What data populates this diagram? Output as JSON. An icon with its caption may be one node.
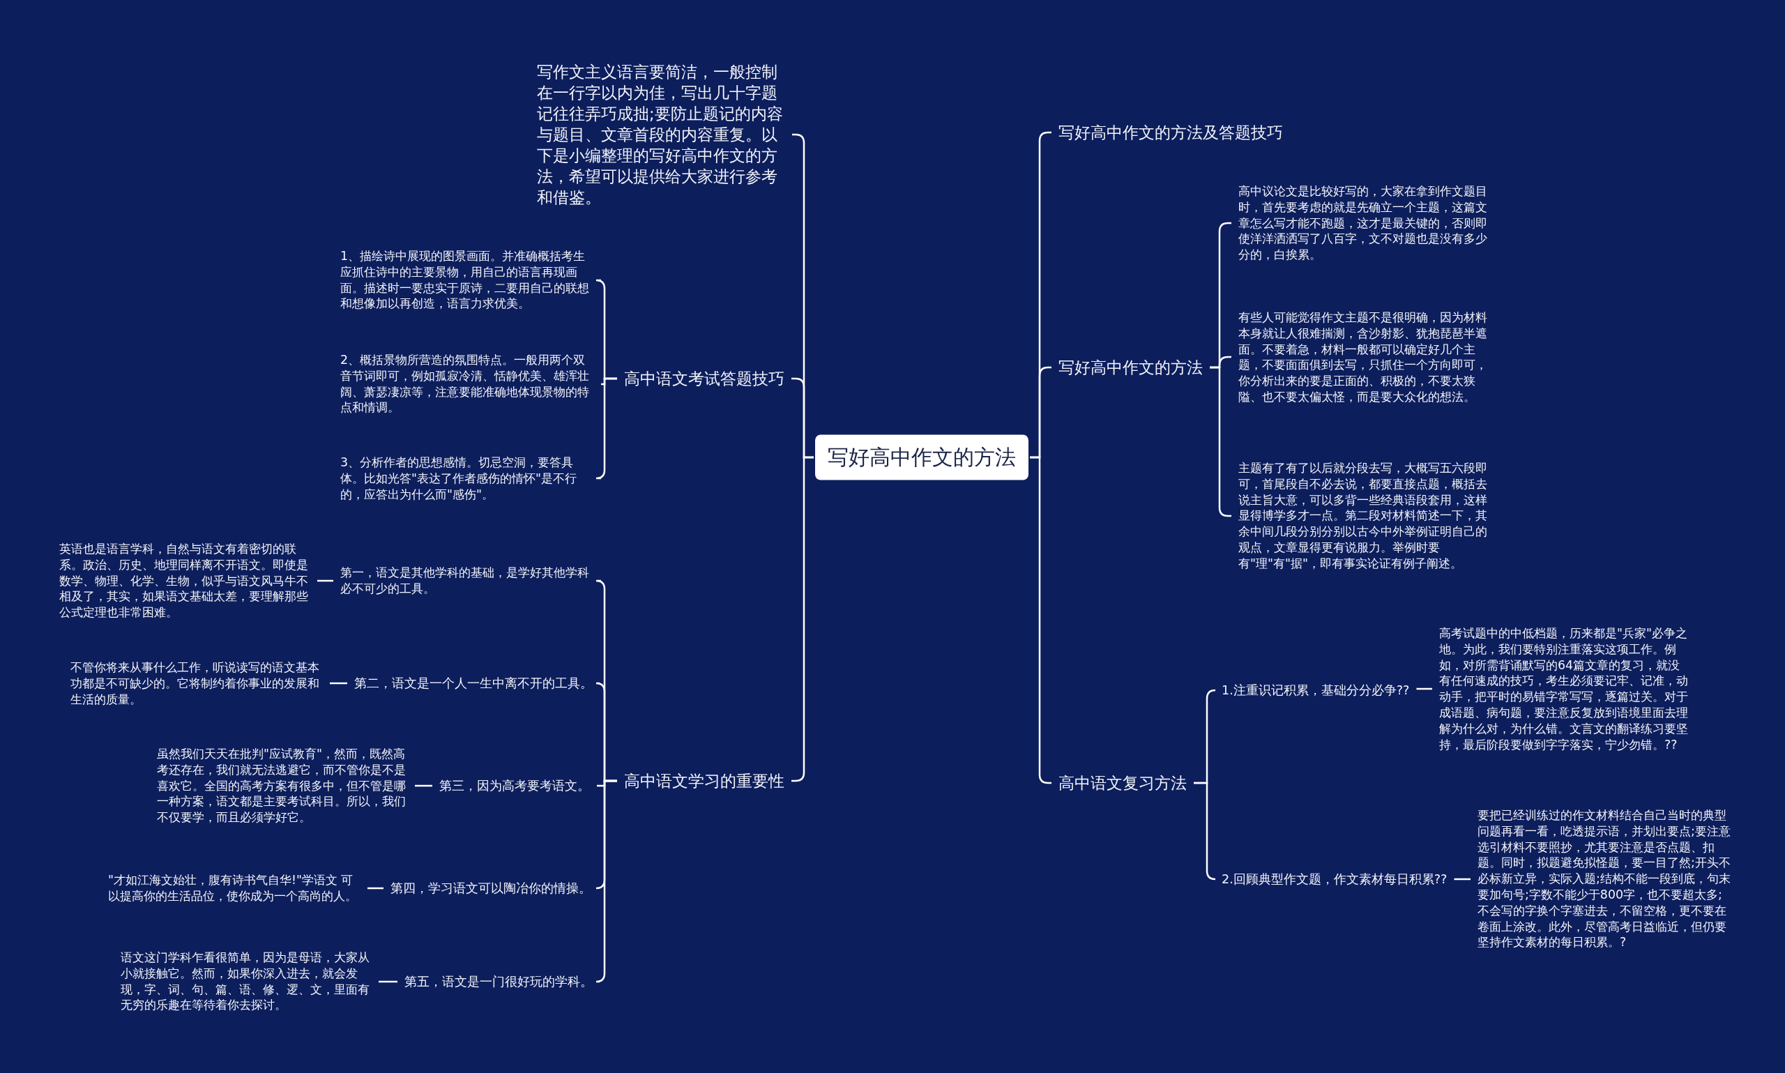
{
  "diagram": {
    "nodes": [
      {
        "text": [
          "写好高中作文的方法"
        ]
      },
      {
        "text": [
          "写作文主义语言要简洁，一般控制在一行字以内为佳，写出几十字题记往往弄巧成拙;要防止题记的内容与题目、文章首段的内容重复。以下是小编整理的写好高中作文的方法，希望可以提供给大家进行参考和借鉴。"
        ]
      },
      {
        "text": [
          "高中语文考试答题技巧"
        ]
      },
      {
        "text": [
          "1、描绘诗中展现的图景画面。并准确概括考生应抓住诗中的主要景物，用自己的语言再现画面。描述时一要忠实于原诗，二要用自己的联想和想像加以再创造，语言力求优美。"
        ]
      },
      {
        "text": [
          "2、概括景物所营造的氛围特点。一般用两个双音节词即可，例如孤寂冷清、恬静优美、雄浑壮阔、萧瑟凄凉等，注意要能准确地体现景物的特点和情调。"
        ]
      },
      {
        "text": [
          "3、分析作者的思想感情。切忌空洞，要答具体。比如光答\"表达了作者感伤的情怀\"是不行的，应答出为什么而\"感伤\"。"
        ]
      },
      {
        "text": [
          "高中语文学习的重要性"
        ]
      },
      {
        "text": [
          "第一，语文是其他学科的基础，是学好其他学科必不可少的工具。"
        ]
      },
      {
        "text": [
          "英语也是语言学科，自然与语文有着密切的联系。政治、历史、地理同样离不开语文。即使是数学、物理、化学、生物，似乎与语文风马牛不相及了，其实，如果语文基础太差，要理解那些公式定理也非常困难。"
        ]
      },
      {
        "text": [
          "第二，语文是一个人一生中离不开的工具。"
        ]
      },
      {
        "text": [
          "不管你将来从事什么工作，听说读写的语文基本功都是不可缺少的。它将制约着你事业的发展和生活的质量。"
        ]
      },
      {
        "text": [
          "第三，因为高考要考语文。"
        ]
      },
      {
        "text": [
          "虽然我们天天在批判\"应试教育\"，然而，既然高考还存在，我们就无法逃避它，而不管你是不是喜欢它。全国的高考方案有很多中，但不管是哪一种方案，语文都是主要考试科目。所以，我们不仅要学，而且必须学好它。"
        ]
      },
      {
        "text": [
          "第四，学习语文可以陶冶你的情操。"
        ]
      },
      {
        "text": [
          "\"才如江海文始壮，腹有诗书气自华!\"学语文 可以提高你的生活品位，使你成为一个高尚的人。"
        ]
      },
      {
        "text": [
          "第五，语文是一门很好玩的学科。"
        ]
      },
      {
        "text": [
          "语文这门学科乍看很简单，因为是母语，大家从小就接触它。然而，如果你深入进去，就会发现，字、词、句、篇、语、修、逻、文，里面有无穷的乐趣在等待着你去探讨。"
        ]
      },
      {
        "text": [
          "写好高中作文的方法及答题技巧"
        ]
      },
      {
        "text": [
          "写好高中作文的方法"
        ]
      },
      {
        "text": [
          "高中议论文是比较好写的，大家在拿到作文题目时，首先要考虑的就是先确立一个主题，这篇文章怎么写才能不跑题，这才是最关键的，否则即使洋洋洒洒写了八百字，文不对题也是没有多少分的，白挨累。"
        ]
      },
      {
        "text": [
          "有些人可能觉得作文主题不是很明确，因为材料本身就让人很难揣测，含沙射影、犹抱琵琶半遮面。不要着急，材料一般都可以确定好几个主题，不要面面俱到去写，只抓住一个方向即可，你分析出来的要是正面的、积极的，不要太狭隘、也不要太偏太怪，而是要大众化的想法。"
        ]
      },
      {
        "text": [
          "主题有了有了以后就分段去写，大概写五六段即可，首尾段自不必去说，都要直接点题，概括去说主旨大意，可以多背一些经典语段套用，这样显得博学多才一点。第二段对材料简述一下，其余中间几段分别分别以古今中外举例证明自己的观点，文章显得更有说服力。举例时要有\"理\"有\"据\"，即有事实论证有例子阐述。"
        ]
      },
      {
        "text": [
          "高中语文复习方法"
        ]
      },
      {
        "text": [
          "1.注重识记积累，基础分分必争??"
        ]
      },
      {
        "text": [
          "高考试题中的中低档题，历来都是\"兵家\"必争之地。为此，我们要特别注重落实这项工作。例如，对所需背诵默写的64篇文章的复习，就没有任何速成的技巧，考生必须要记牢、记准，动动手，把平时的易错字常写写，逐篇过关。对于成语题、病句题，要注意反复放到语境里面去理解为什么对，为什么错。文言文的翻译练习要坚持，最后阶段要做到字字落实，宁少勿错。??"
        ]
      },
      {
        "text": [
          "2.回顾典型作文题，作文素材每日积累??"
        ]
      },
      {
        "text": [
          "要把已经训练过的作文材料结合自己当时的典型问题再看一看，吃透提示语，并划出要点;要注意选引材料不要照抄，尤其要注意是否点题、扣题。同时，拟题避免拟怪题，要一目了然;开头不必标新立异，实际入题;结构不能一段到底，句末要加句号;字数不能少于800字，也不要超太多;不会写的字换个字塞进去，不留空格，更不要在卷面上涂改。此外，尽管高考日益临近，但仍要坚持作文素材的每日积累。?"
        ]
      }
    ],
    "edges": [
      {
        "from": 0,
        "to": 1,
        "arrow": "none"
      },
      {
        "from": 0,
        "to": 2,
        "arrow": "none"
      },
      {
        "from": 0,
        "to": 6,
        "arrow": "none"
      },
      {
        "from": 2,
        "to": 3,
        "arrow": "none"
      },
      {
        "from": 2,
        "to": 4,
        "arrow": "none"
      },
      {
        "from": 2,
        "to": 5,
        "arrow": "none"
      },
      {
        "from": 6,
        "to": 7,
        "arrow": "none"
      },
      {
        "from": 7,
        "to": 8,
        "arrow": "none"
      },
      {
        "from": 6,
        "to": 9,
        "arrow": "none"
      },
      {
        "from": 9,
        "to": 10,
        "arrow": "none"
      },
      {
        "from": 6,
        "to": 11,
        "arrow": "none"
      },
      {
        "from": 11,
        "to": 12,
        "arrow": "none"
      },
      {
        "from": 6,
        "to": 13,
        "arrow": "none"
      },
      {
        "from": 13,
        "to": 14,
        "arrow": "none"
      },
      {
        "from": 6,
        "to": 15,
        "arrow": "none"
      },
      {
        "from": 15,
        "to": 16,
        "arrow": "none"
      },
      {
        "from": 0,
        "to": 17,
        "arrow": "none"
      },
      {
        "from": 0,
        "to": 18,
        "arrow": "none"
      },
      {
        "from": 18,
        "to": 19,
        "arrow": "none"
      },
      {
        "from": 18,
        "to": 20,
        "arrow": "none"
      },
      {
        "from": 18,
        "to": 21,
        "arrow": "none"
      },
      {
        "from": 0,
        "to": 22,
        "arrow": "none"
      },
      {
        "from": 22,
        "to": 23,
        "arrow": "none"
      },
      {
        "from": 23,
        "to": 24,
        "arrow": "none"
      },
      {
        "from": 22,
        "to": 25,
        "arrow": "none"
      },
      {
        "from": 25,
        "to": 26,
        "arrow": "none"
      }
    ]
  }
}
